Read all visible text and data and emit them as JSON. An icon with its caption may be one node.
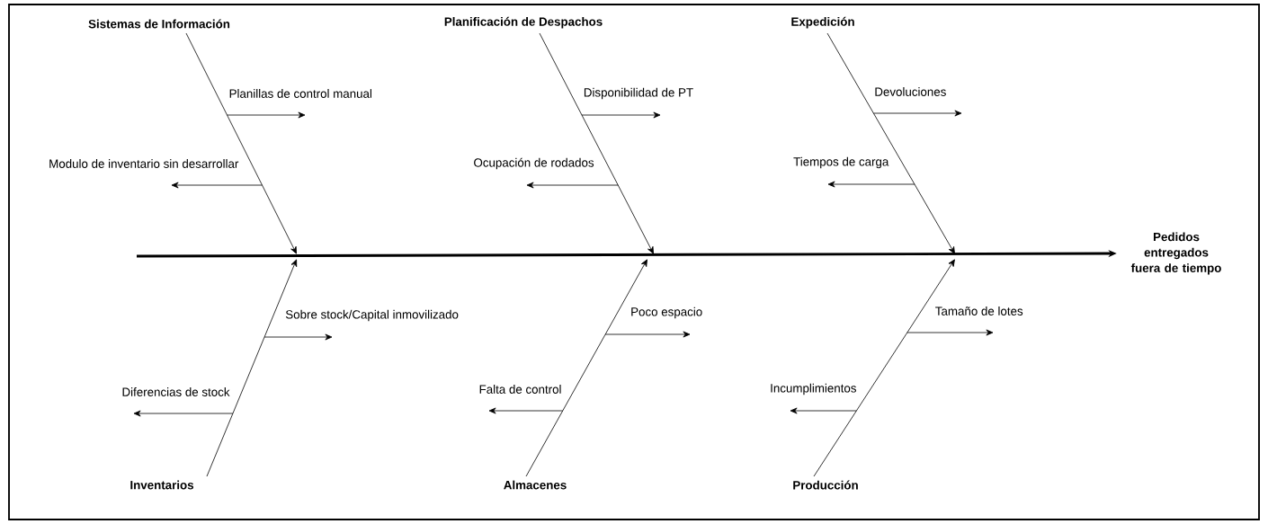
{
  "diagram": {
    "nodes": [
      {
        "text": [
          "Sistemas de Información"
        ]
      },
      {
        "text": [
          "Planillas de control manual"
        ]
      },
      {
        "text": [
          "Modulo de inventario sin desarrollar"
        ]
      },
      {
        "text": [
          "Planificación de Despachos"
        ]
      },
      {
        "text": [
          "Disponibilidad de PT"
        ]
      },
      {
        "text": [
          "Ocupación de rodados"
        ]
      },
      {
        "text": [
          "Expedición"
        ]
      },
      {
        "text": [
          "Devoluciones"
        ]
      },
      {
        "text": [
          "Tiempos de carga"
        ]
      },
      {
        "text": [
          "Pedidos entregados fuera de tiempo"
        ]
      },
      {
        "text": [
          "Sobre stock/Capital inmovilizado"
        ]
      },
      {
        "text": [
          "Diferencias de stock"
        ]
      },
      {
        "text": [
          "Inventarios"
        ]
      },
      {
        "text": [
          "Poco espacio"
        ]
      },
      {
        "text": [
          "Falta de control"
        ]
      },
      {
        "text": [
          "Almacenes"
        ]
      },
      {
        "text": [
          "Tamaño de lotes"
        ]
      },
      {
        "text": [
          "Incumplimientos"
        ]
      },
      {
        "text": [
          "Producción"
        ]
      }
    ],
    "edges": [
      {
        "from": null,
        "to": 9,
        "arrow": "to",
        "style": "thick"
      },
      {
        "from": 0,
        "to": null,
        "arrow": "to"
      },
      {
        "from": 3,
        "to": null,
        "arrow": "to"
      },
      {
        "from": 6,
        "to": null,
        "arrow": "to"
      },
      {
        "from": 12,
        "to": null,
        "arrow": "to"
      },
      {
        "from": 15,
        "to": null,
        "arrow": "to"
      },
      {
        "from": 18,
        "to": null,
        "arrow": "to"
      },
      {
        "from": null,
        "to": 1,
        "arrow": "to"
      },
      {
        "from": null,
        "to": 2,
        "arrow": "to"
      },
      {
        "from": null,
        "to": 4,
        "arrow": "to"
      },
      {
        "from": null,
        "to": 5,
        "arrow": "to"
      },
      {
        "from": null,
        "to": 7,
        "arrow": "to"
      },
      {
        "from": null,
        "to": 8,
        "arrow": "to"
      },
      {
        "from": null,
        "to": 10,
        "arrow": "to"
      },
      {
        "from": null,
        "to": 11,
        "arrow": "to"
      },
      {
        "from": null,
        "to": 13,
        "arrow": "to"
      },
      {
        "from": null,
        "to": 14,
        "arrow": "to"
      },
      {
        "from": null,
        "to": 16,
        "arrow": "to"
      },
      {
        "from": null,
        "to": 17,
        "arrow": "to"
      }
    ]
  }
}
